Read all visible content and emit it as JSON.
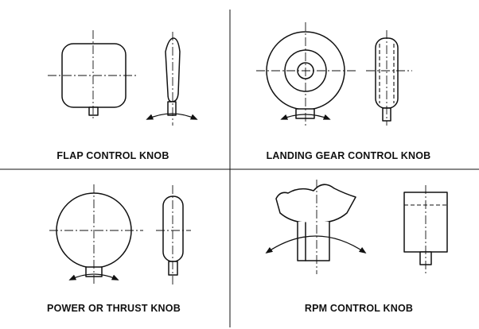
{
  "panels": [
    {
      "id": "flap",
      "caption": "FLAP CONTROL KNOB"
    },
    {
      "id": "landing-gear",
      "caption": "LANDING GEAR CONTROL KNOB"
    },
    {
      "id": "power",
      "caption": "POWER OR THRUST KNOB"
    },
    {
      "id": "rpm",
      "caption": "RPM CONTROL KNOB"
    }
  ],
  "colors": {
    "ink": "#111111",
    "paper": "#ffffff"
  }
}
